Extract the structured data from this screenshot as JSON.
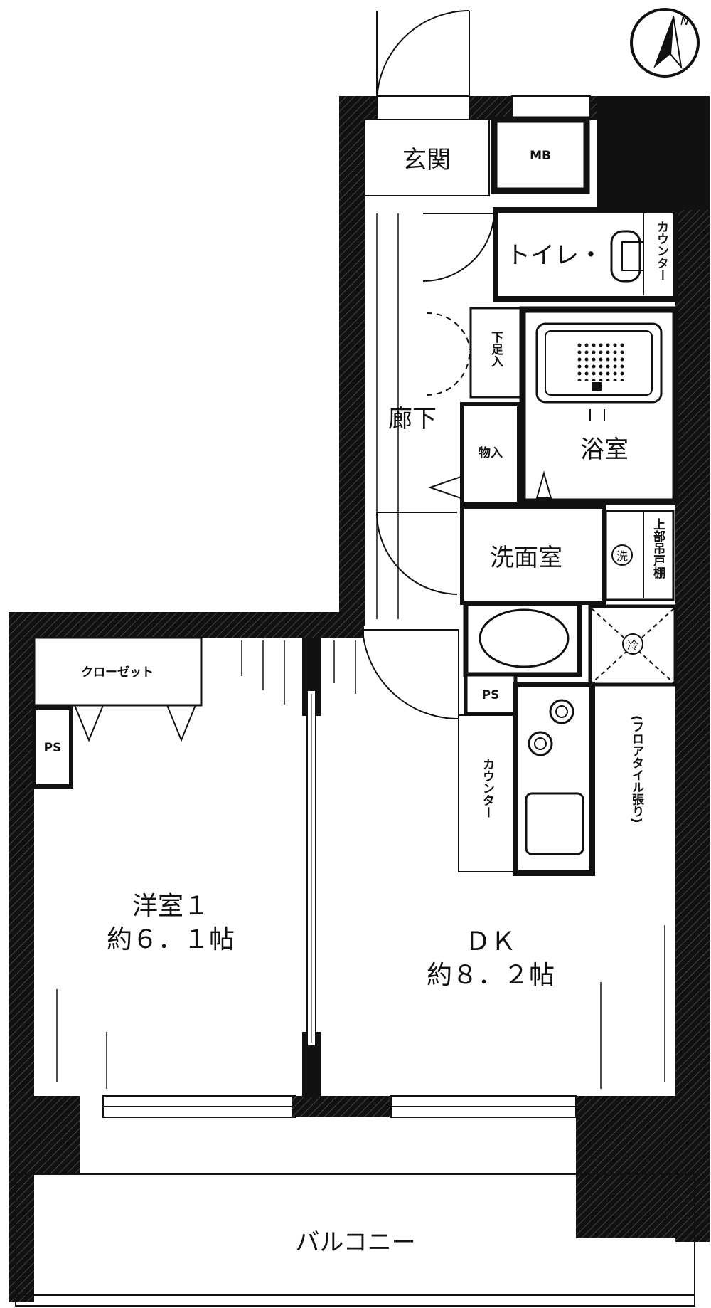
{
  "compass": {
    "letter": "N"
  },
  "rooms": {
    "entrance": "玄関",
    "mb": "MB",
    "toilet": "トイレ・",
    "counter_top": "カウンター",
    "shoe_storage": "下足入",
    "hallway": "廊下",
    "storage": "物入",
    "bathroom": "浴室",
    "washroom": "洗面室",
    "upper_shelf": "上部吊戸棚",
    "washer_mark": "洗",
    "fridge_mark": "冷",
    "closet": "クローゼット",
    "ps_left": "PS",
    "ps_center": "PS",
    "counter_kitchen": "カウンター",
    "floor_tile": "(フロアタイル張り)",
    "western_name": "洋室１",
    "western_size": "約６．１帖",
    "dk_name": "ＤＫ",
    "dk_size": "約８．２帖",
    "balcony": "バルコニー"
  }
}
